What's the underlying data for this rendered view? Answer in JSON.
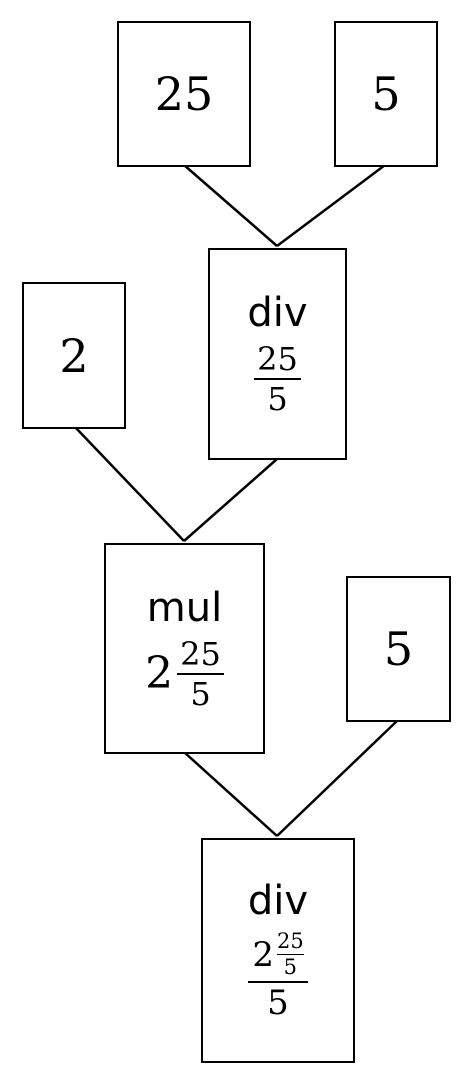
{
  "nodes": {
    "leaf_25": {
      "label": "25"
    },
    "leaf_5_top": {
      "label": "5"
    },
    "leaf_2": {
      "label": "2"
    },
    "div_1": {
      "op": "div",
      "numerator": "25",
      "denominator": "5"
    },
    "mul": {
      "op": "mul",
      "whole": "2",
      "numerator": "25",
      "denominator": "5"
    },
    "leaf_5_mid": {
      "label": "5"
    },
    "div_2": {
      "op": "div",
      "whole": "2",
      "inner_numerator": "25",
      "inner_denominator": "5",
      "denominator": "5"
    }
  },
  "colors": {
    "stroke": "#000000",
    "background": "#ffffff"
  }
}
